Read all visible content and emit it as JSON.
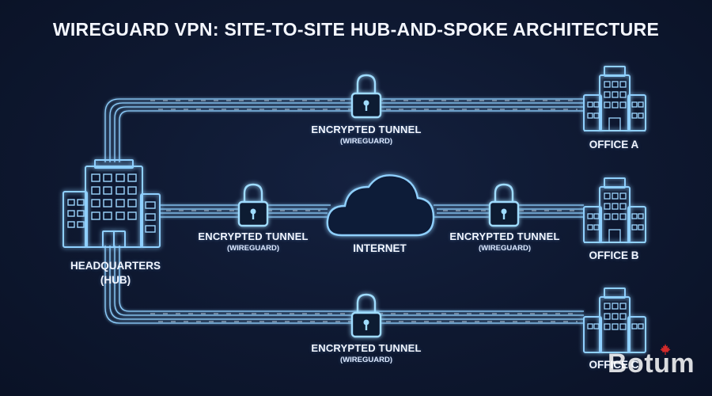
{
  "title": "WIREGUARD VPN: SITE-TO-SITE HUB-AND-SPOKE ARCHITECTURE",
  "hub": {
    "label_line1": "HEADQUARTERS",
    "label_line2": "(HUB)"
  },
  "internet": {
    "label": "INTERNET"
  },
  "offices": [
    {
      "label": "OFFICE A"
    },
    {
      "label": "OFFICE B"
    },
    {
      "label": "OFFICE C"
    }
  ],
  "tunnels": [
    {
      "id": "top",
      "label": "ENCRYPTED TUNNEL",
      "sublabel": "(WIREGUARD)"
    },
    {
      "id": "mid-left",
      "label": "ENCRYPTED TUNNEL",
      "sublabel": "(WIREGUARD)"
    },
    {
      "id": "mid-right",
      "label": "ENCRYPTED TUNNEL",
      "sublabel": "(WIREGUARD)"
    },
    {
      "id": "bottom",
      "label": "ENCRYPTED TUNNEL",
      "sublabel": "(WIREGUARD)"
    }
  ],
  "watermark": {
    "text": "Botum",
    "leaf_icon": "maple-leaf-icon",
    "leaf_color": "#d32a2a"
  },
  "colors": {
    "background": "#0e1830",
    "glow": "#6fb6ff",
    "line": "#8fd0ff",
    "text": "#f2f6ff"
  }
}
